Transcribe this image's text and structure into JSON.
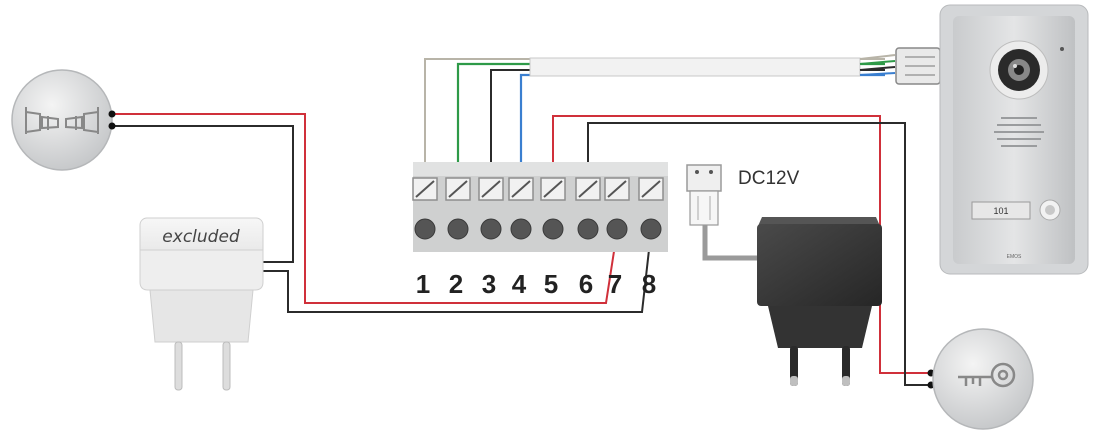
{
  "terminal": {
    "numbers": [
      "1",
      "2",
      "3",
      "4",
      "5",
      "6",
      "7",
      "8"
    ]
  },
  "adapter": {
    "label": "DC12V"
  },
  "gate_supply": {
    "label": "excluded"
  },
  "door_station": {
    "name_label": "101",
    "brand_label": "EMOS"
  },
  "icons": {
    "gate": "gate-motor-icon",
    "lock": "key-lock-icon",
    "camera": "camera-lens-icon",
    "bell": "bell-button-icon"
  },
  "colors": {
    "wire_red": "#d0303a",
    "wire_black": "#2b2b2b",
    "wire_green": "#2e9a48",
    "wire_blue": "#3a7fd0",
    "wire_white": "#b8b4a8",
    "terminal_block": "#cfd0d0",
    "adapter_body": "#3a3a3a"
  }
}
